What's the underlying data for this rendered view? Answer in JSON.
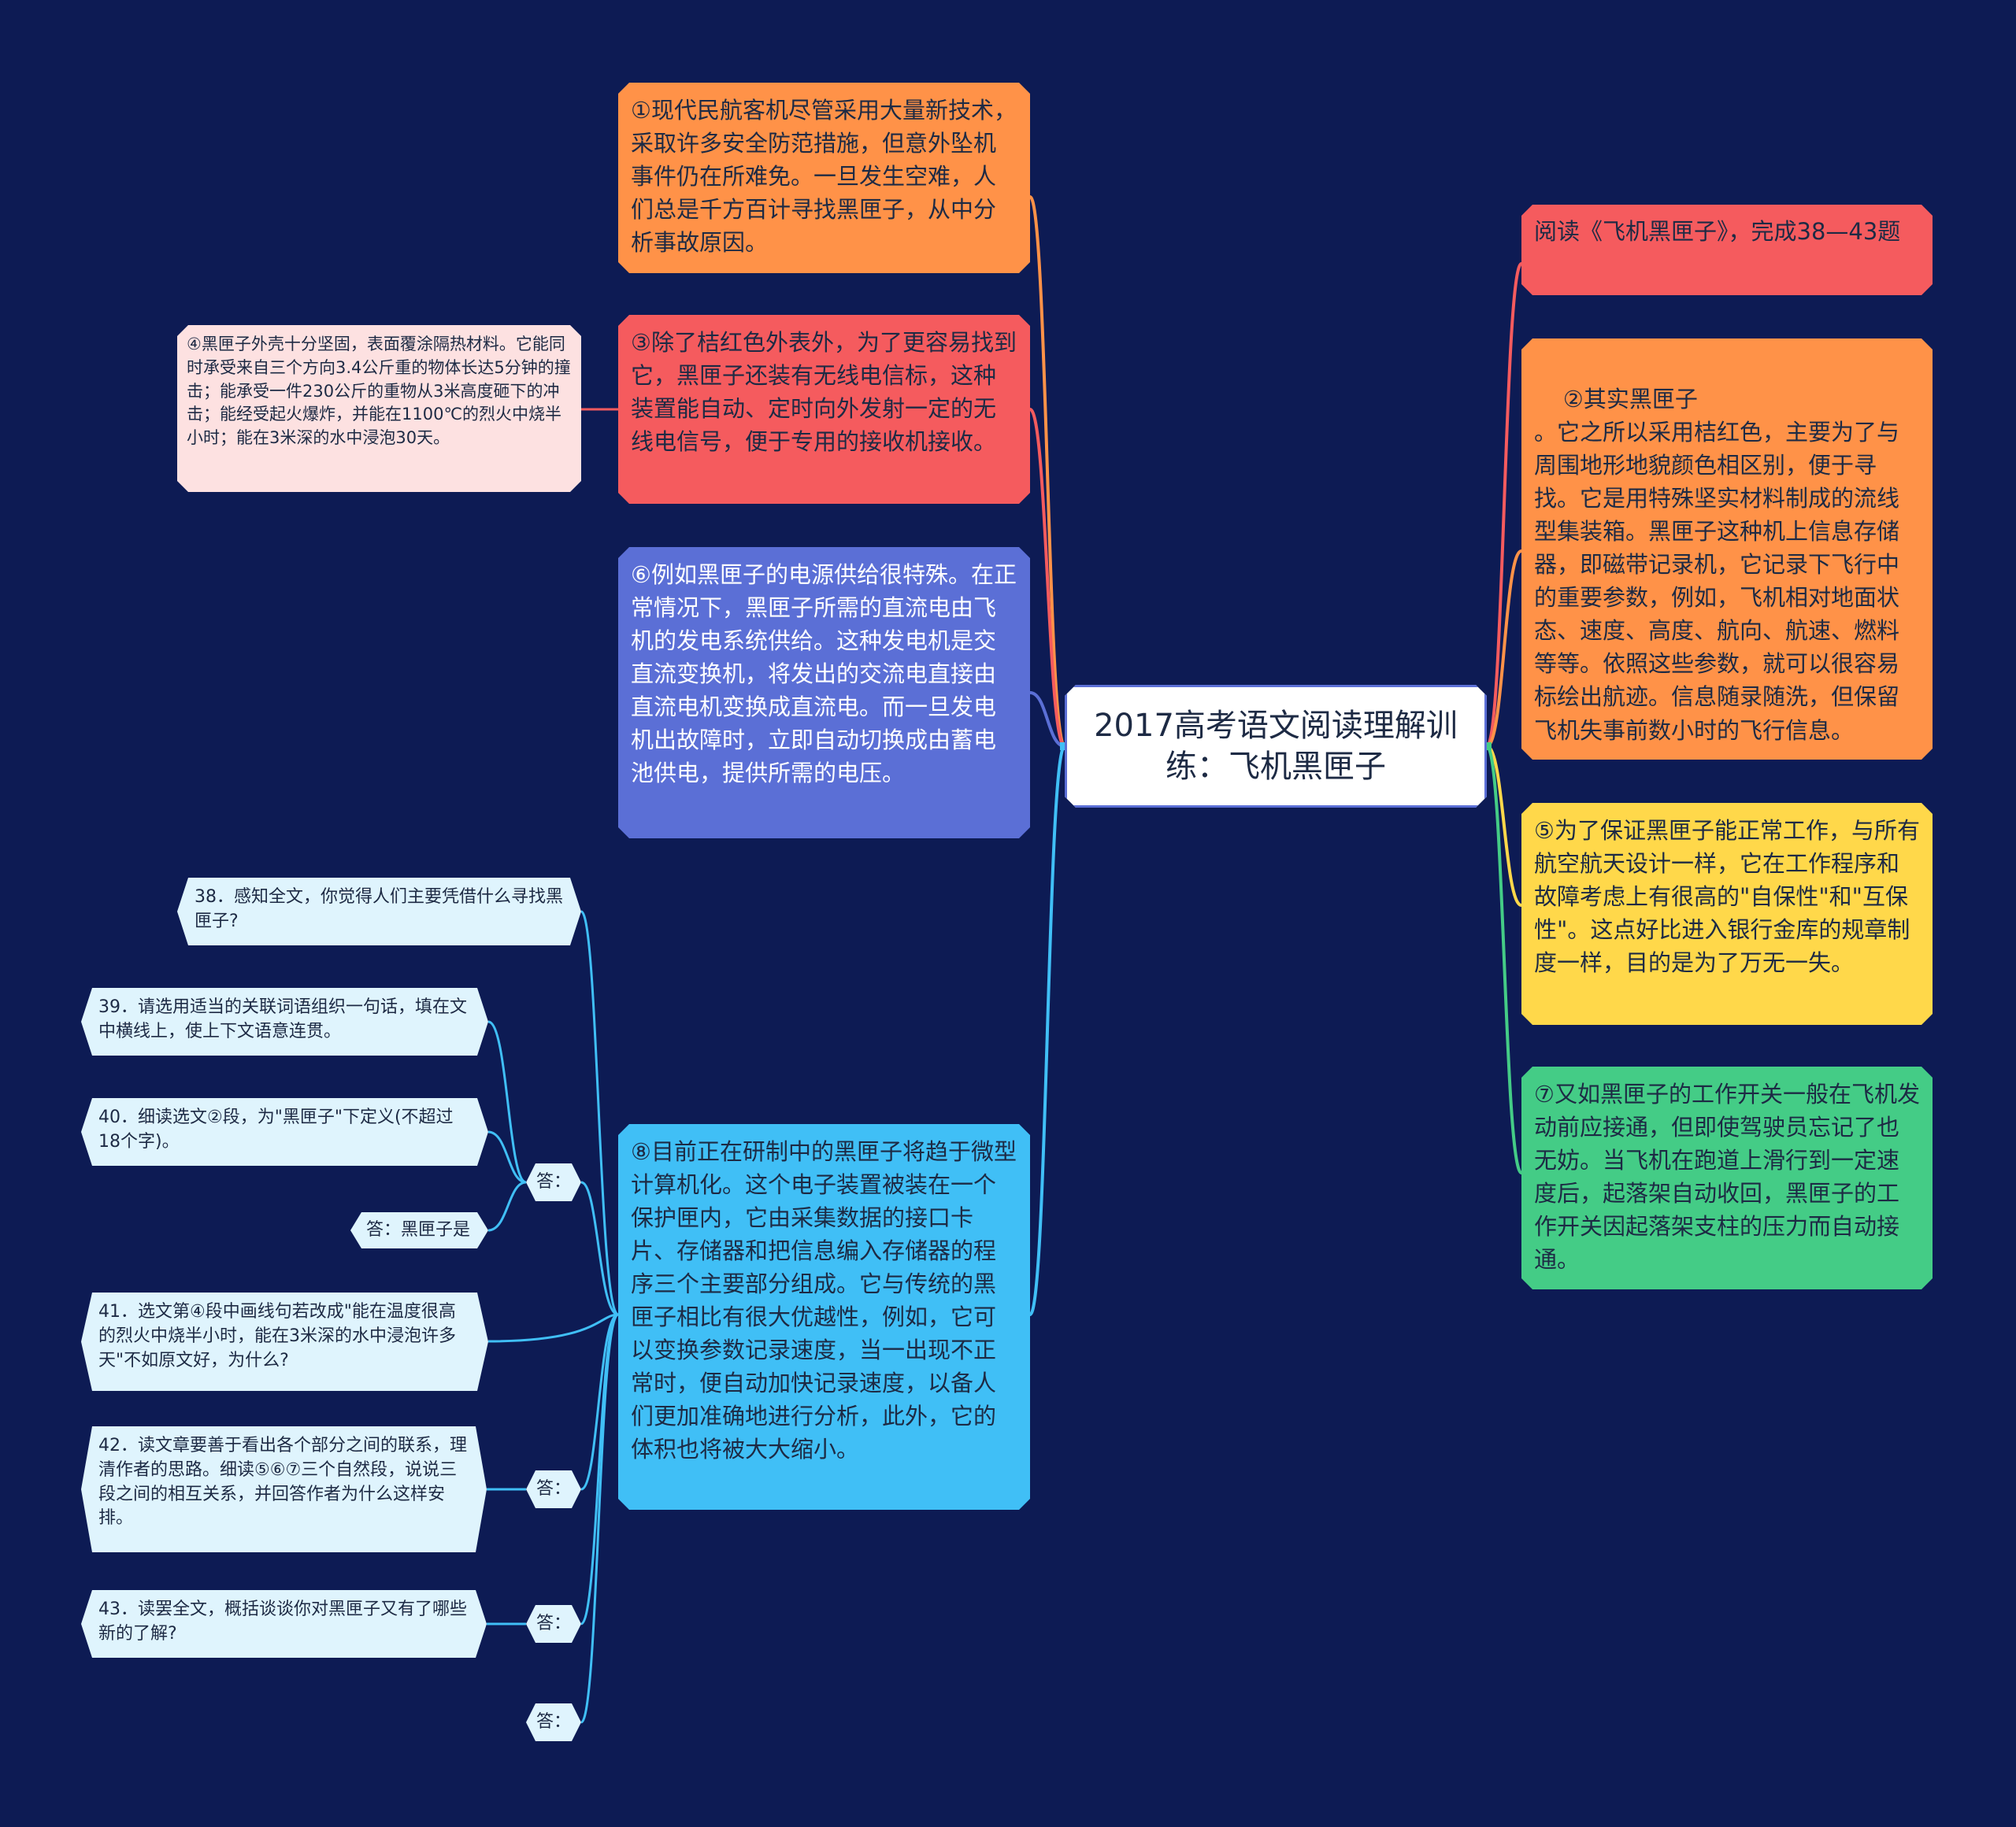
{
  "center": {
    "title": "2017高考语文阅读理解训练：飞机黑匣子"
  },
  "right_nodes": {
    "read": "阅读《飞机黑匣子》，完成38—43题",
    "p2": "②其实黑匣子\n。它之所以采用桔红色，主要为了与周围地形地貌颜色相区别，便于寻找。它是用特殊坚实材料制成的流线型集装箱。黑匣子这种机上信息存储器，即磁带记录机，它记录下飞行中的重要参数，例如，飞机相对地面状态、速度、高度、航向、航速、燃料等等。依照这些参数，就可以很容易标绘出航迹。信息随录随洗，但保留飞机失事前数小时的飞行信息。",
    "p5": "⑤为了保证黑匣子能正常工作，与所有航空航天设计一样，它在工作程序和故障考虑上有很高的\"自保性\"和\"互保性\"。这点好比进入银行金库的规章制度一样，目的是为了万无一失。",
    "p7": "⑦又如黑匣子的工作开关一般在飞机发动前应接通，但即使驾驶员忘记了也无妨。当飞机在跑道上滑行到一定速度后，起落架自动收回，黑匣子的工作开关因起落架支柱的压力而自动接通。"
  },
  "left_nodes": {
    "p1": "①现代民航客机尽管采用大量新技术，采取许多安全防范措施，但意外坠机事件仍在所难免。一旦发生空难，人们总是千方百计寻找黑匣子，从中分析事故原因。",
    "p3": "③除了桔红色外表外，为了更容易找到它，黑匣子还装有无线电信标，这种装置能自动、定时向外发射一定的无线电信号，便于专用的接收机接收。",
    "p4": "④黑匣子外壳十分坚固，表面覆涂隔热材料。它能同时承受来自三个方向3.4公斤重的物体长达5分钟的撞击；能承受一件230公斤的重物从3米高度砸下的冲击；能经受起火爆炸，并能在1100℃的烈火中烧半小时；能在3米深的水中浸泡30天。",
    "p6": "⑥例如黑匣子的电源供给很特殊。在正常情况下，黑匣子所需的直流电由飞机的发电系统供给。这种发电机是交直流变换机，将发出的交流电直接由直流电机变换成直流电。而一旦发电机出故障时，立即自动切换成由蓄电池供电，提供所需的电压。",
    "p8": "⑧目前正在研制中的黑匣子将趋于微型计算机化。这个电子装置被装在一个保护匣内，它由采集数据的接口卡片、存储器和把信息编入存储器的程序三个主要部分组成。它与传统的黑匣子相比有很大优越性，例如，它可以变换参数记录速度，当一出现不正常时，便自动加快记录速度，以备人们更加准确地进行分析，此外，它的体积也将被大大缩小。"
  },
  "questions": {
    "q38": "38．感知全文，你觉得人们主要凭借什么寻找黑匣子?",
    "q39": "39．请选用适当的关联词语组织一句话，填在文中横线上，使上下文语意连贯。",
    "q40": "40．细读选文②段，为\"黑匣子\"下定义(不超过18个字)。",
    "q40_answer": "答：黑匣子是",
    "q41": "41．选文第④段中画线句若改成\"能在温度很高的烈火中烧半小时，能在3米深的水中浸泡许多天\"不如原文好，为什么?",
    "q42": "42．读文章要善于看出各个部分之间的联系，理清作者的思路。细读⑤⑥⑦三个自然段，说说三段之间的相互关系，并回答作者为什么这样安排。",
    "q43": "43．读罢全文，概括谈谈你对黑匣子又有了哪些新的了解?"
  },
  "answers": {
    "a1": "答：",
    "a2": "答：",
    "a3": "答：",
    "a4": "答："
  },
  "colors": {
    "background": "#0d1b54",
    "orange": "#ff9248",
    "red": "#f55b5e",
    "blue": "#5b6fd6",
    "sky": "#40bff6",
    "yellow": "#ffd84a",
    "green": "#44cc86",
    "pink": "#fde1e1",
    "lightblue": "#dff4fd"
  }
}
